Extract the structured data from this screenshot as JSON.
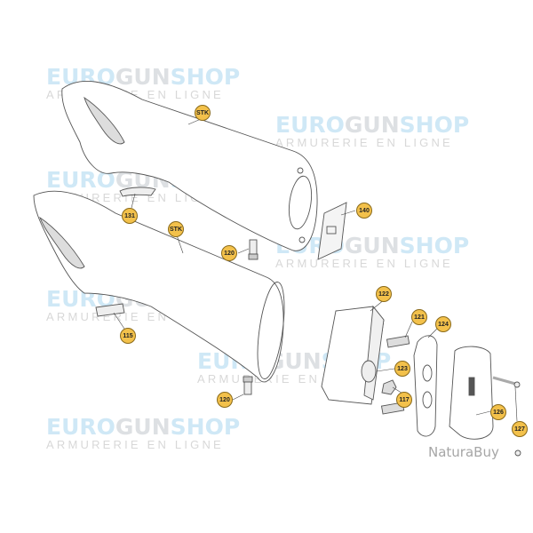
{
  "watermark": {
    "brand_a": "EURO",
    "brand_b": "GUN",
    "brand_c": "SHOP",
    "tagline": "ARMURERIE EN LIGNE"
  },
  "marketplace_watermark": "NaturaBuy",
  "badge_color": "#f3c14b",
  "callouts": [
    {
      "label": "STK"
    },
    {
      "label": "131"
    },
    {
      "label": "140"
    },
    {
      "label": "STK"
    },
    {
      "label": "120"
    },
    {
      "label": "115"
    },
    {
      "label": "122"
    },
    {
      "label": "121"
    },
    {
      "label": "124"
    },
    {
      "label": "123"
    },
    {
      "label": "117"
    },
    {
      "label": "126"
    },
    {
      "label": "127"
    },
    {
      "label": "120"
    }
  ]
}
